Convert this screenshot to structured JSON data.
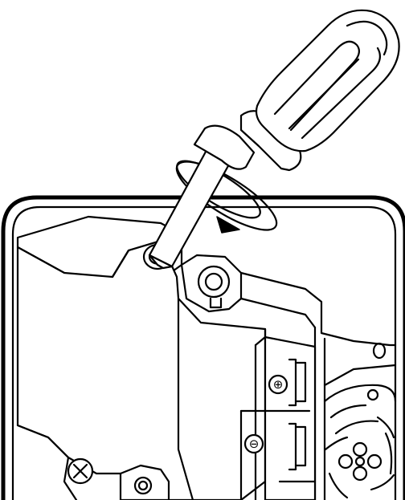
{
  "figure": {
    "subject": "screwdriver-loosening-battery-cover-screw",
    "rotation_direction": "counterclockwise",
    "terminals": [
      {
        "symbol": "⊕",
        "polarity": "positive"
      },
      {
        "symbol": "⊖",
        "polarity": "negative"
      }
    ],
    "colors": {
      "line": "#000000",
      "background": "#ffffff"
    }
  }
}
